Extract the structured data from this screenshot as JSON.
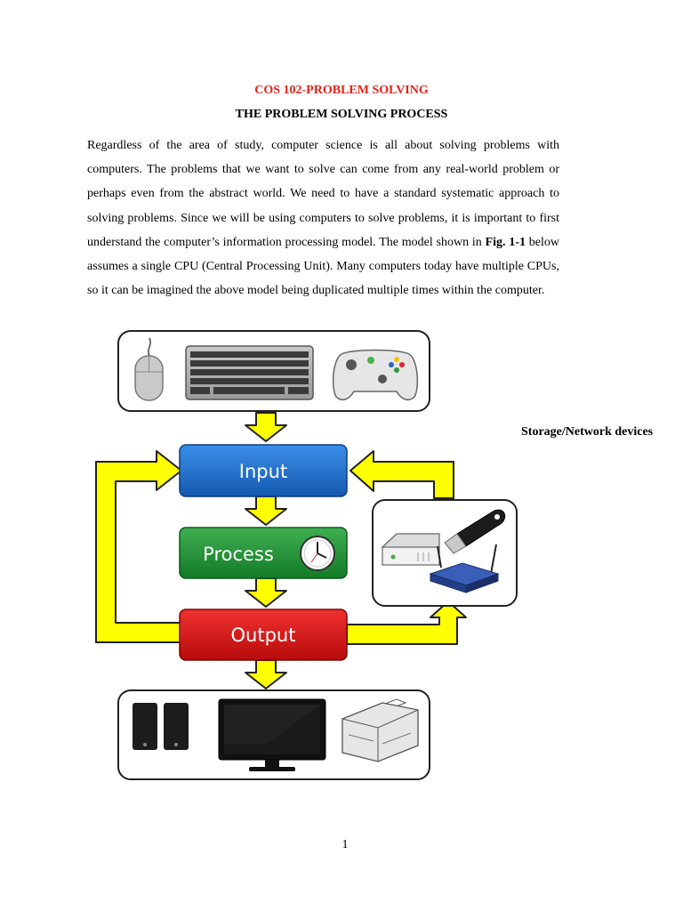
{
  "header": {
    "course_title": "COS 102-PROBLEM SOLVING",
    "section_title": "THE PROBLEM SOLVING PROCESS"
  },
  "body": {
    "paragraph_part1": "Regardless of the area of study, computer science is all about solving problems with computers. The problems that we want to solve can come from any real-world problem or perhaps even from the abstract world. We need to have a standard systematic approach to solving problems. Since we will be using computers to solve problems, it is important to first understand the computer’s information processing model. The model shown in ",
    "figure_ref": "Fig. 1-1",
    "paragraph_part2": " below assumes a single CPU (Central Processing Unit). Many computers today have multiple CPUs, so it can be imagined the above model being duplicated multiple times within the computer."
  },
  "figure": {
    "input_label": "Input",
    "process_label": "Process",
    "output_label": "Output",
    "storage_label": "Storage/Network devices",
    "colors": {
      "input": "#1f6fd0",
      "process": "#1f9a35",
      "output": "#d81414",
      "arrow": "#ffff00"
    }
  },
  "footer": {
    "page_number": "1"
  }
}
